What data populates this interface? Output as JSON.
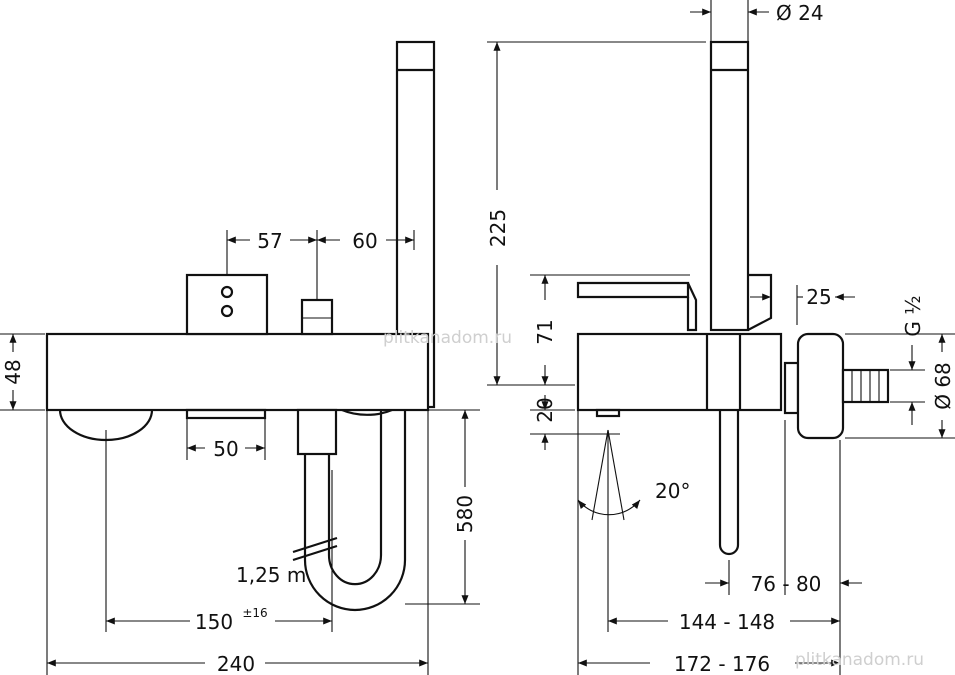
{
  "dimensions": {
    "d57": "57",
    "d60": "60",
    "d48": "48",
    "d50": "50",
    "d580": "580",
    "d150": "150",
    "d150_tol": "±16",
    "hose": "1,25 m",
    "d240": "240",
    "d225": "225",
    "d24": "Ø 24",
    "d25": "25",
    "g12": "G ½",
    "d68": "Ø 68",
    "d71": "71",
    "d20": "20",
    "angle": "20°",
    "d7680": "76 - 80",
    "d144": "144 - 148",
    "d172": "172 - 176"
  },
  "watermarks": [
    "plitkanadom.ru",
    "plitkanadom.ru"
  ]
}
